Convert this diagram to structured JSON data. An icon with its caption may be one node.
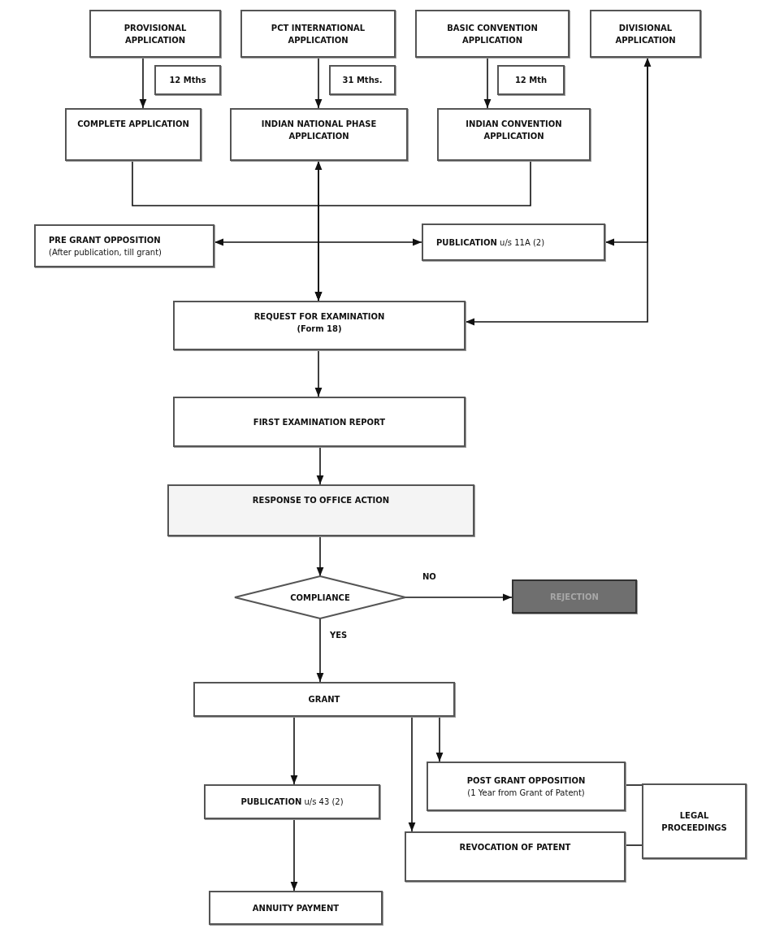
{
  "diagram": {
    "nodes": [
      {
        "text": [
          "PROVISIONAL APPLICATION"
        ]
      },
      {
        "text": [
          "PCT INTERNATIONAL APPLICATION"
        ]
      },
      {
        "text": [
          "BASIC CONVENTION APPLICATION"
        ]
      },
      {
        "text": [
          "DIVISIONAL APPLICATION"
        ]
      },
      {
        "text": [
          "12 Mths"
        ]
      },
      {
        "text": [
          "31 Mths."
        ]
      },
      {
        "text": [
          "12 Mth"
        ]
      },
      {
        "text": [
          "COMPLETE APPLICATION"
        ]
      },
      {
        "text": [
          "INDIAN NATIONAL PHASE APPLICATION"
        ]
      },
      {
        "text": [
          "INDIAN CONVENTION APPLICATION"
        ]
      },
      {
        "text": [
          "PRE GRANT OPPOSITION",
          "(After publication, till grant)"
        ]
      },
      {
        "text": [
          "**PUBLICATION** u/s 11A  (2)"
        ]
      },
      {
        "text": [
          "REQUEST FOR EXAMINATION",
          "(Form 18)"
        ]
      },
      {
        "text": [
          "FIRST EXAMINATION REPORT"
        ]
      },
      {
        "text": [
          "RESPONSE TO OFFICE ACTION"
        ]
      },
      {
        "text": [
          "COMPLIANCE"
        ]
      },
      {
        "text": [
          "REJECTION"
        ]
      },
      {
        "text": [
          "GRANT"
        ]
      },
      {
        "text": [
          "**PUBLICATION** u/s 43 (2)"
        ]
      },
      {
        "text": [
          "POST GRANT OPPOSITION",
          "(1 Year from Grant of Patent)"
        ]
      },
      {
        "text": [
          "REVOCATION OF PATENT"
        ]
      },
      {
        "text": [
          "LEGAL PROCEEDINGS"
        ]
      },
      {
        "text": [
          "ANNUITY PAYMENT"
        ]
      }
    ],
    "edges": [
      {
        "from": 0,
        "to": 7,
        "arrow": "to"
      },
      {
        "from": 1,
        "to": 8,
        "arrow": "to"
      },
      {
        "from": 2,
        "to": 9,
        "arrow": "to"
      },
      {
        "from": 7,
        "to": 12,
        "arrow": "to"
      },
      {
        "from": 8,
        "to": 12,
        "arrow": "to"
      },
      {
        "from": 9,
        "to": 12,
        "arrow": "to"
      },
      {
        "from": 8,
        "to": 10,
        "arrow": "both"
      },
      {
        "from": 8,
        "to": 11,
        "arrow": "to"
      },
      {
        "from": 11,
        "to": 3,
        "arrow": "both"
      },
      {
        "from": 3,
        "to": 12,
        "arrow": "to"
      },
      {
        "from": 12,
        "to": 13,
        "arrow": "to"
      },
      {
        "from": 13,
        "to": 14,
        "arrow": "to"
      },
      {
        "from": 14,
        "to": 15,
        "arrow": "to"
      },
      {
        "from": 15,
        "to": 16,
        "arrow": "to",
        "label": "NO"
      },
      {
        "from": 15,
        "to": 17,
        "arrow": "to",
        "label": "YES"
      },
      {
        "from": 17,
        "to": 18,
        "arrow": "to"
      },
      {
        "from": 17,
        "to": 20,
        "arrow": "to"
      },
      {
        "from": 17,
        "to": 19,
        "arrow": "to"
      },
      {
        "from": 18,
        "to": 22,
        "arrow": "to"
      },
      {
        "from": 19,
        "to": 21,
        "arrow": "none"
      },
      {
        "from": 20,
        "to": 21,
        "arrow": "none"
      }
    ]
  }
}
